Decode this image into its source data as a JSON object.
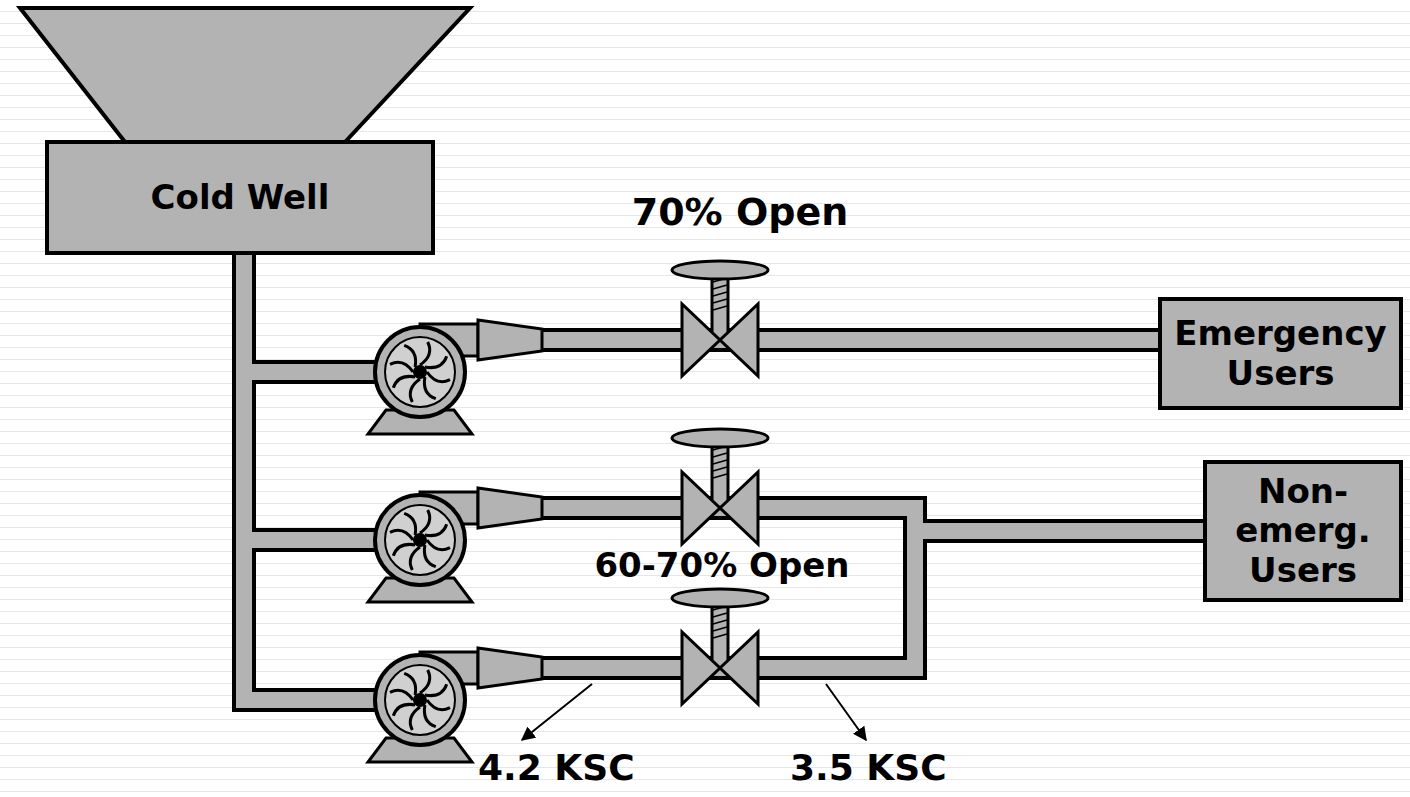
{
  "diagram": {
    "nodes": [
      {
        "text": [
          "Cold Well"
        ]
      },
      {
        "text": [
          "Emergency Users"
        ]
      },
      {
        "text": [
          "Non-emerg. Users"
        ]
      }
    ],
    "edges": [
      {
        "from": 0,
        "to": 1,
        "arrow": "none"
      },
      {
        "from": 0,
        "to": 2,
        "arrow": "none"
      }
    ],
    "labels": [
      "70% Open",
      "60-70% Open",
      "4.2 KSC",
      "3.5 KSC"
    ]
  }
}
